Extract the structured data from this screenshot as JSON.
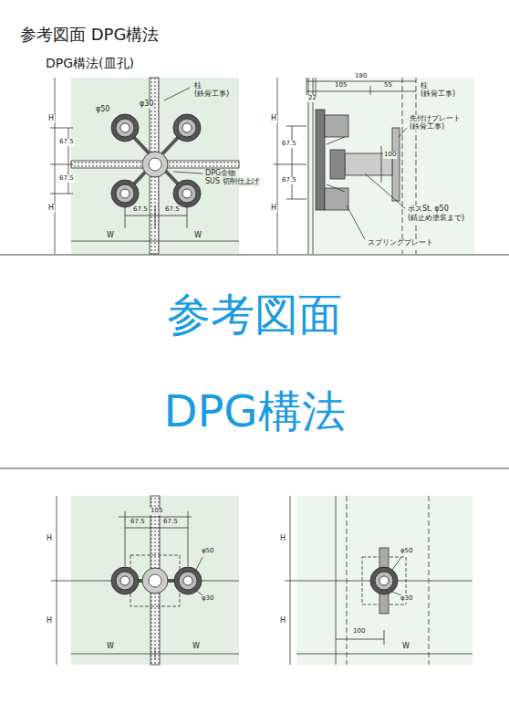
{
  "diagram": {
    "title": "参考図面 DPG構法",
    "labels": [
      "DPG構法(皿孔)",
      "柱",
      "(鉄骨工事)",
      "φ50",
      "φ30",
      "67.5",
      "67.5",
      "H",
      "H",
      "DPG金物",
      "SUS 切削仕上げ",
      "67.5",
      "67.5",
      "W",
      "W",
      "22",
      "180",
      "105",
      "55",
      "柱",
      "(鉄骨工事)",
      "先付けプレート",
      "(鉄骨工事)",
      "100",
      "H",
      "H",
      "67.5",
      "67.5",
      "ボスSt. φ50",
      "(錆止め塗装まで)",
      "スプリングプレート",
      "参考図面",
      "DPG構法",
      "105",
      "67.5",
      "67.5",
      "φ50",
      "φ30",
      "H",
      "H",
      "W",
      "W",
      "φ50",
      "φ30",
      "H",
      "H",
      "100",
      "W"
    ]
  }
}
